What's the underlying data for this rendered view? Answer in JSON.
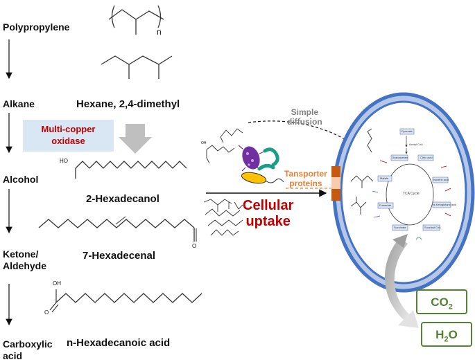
{
  "pathway": {
    "steps": [
      {
        "label": "Polypropylene"
      },
      {
        "label": "Alkane"
      },
      {
        "label": "Alcohol"
      },
      {
        "label": "Ketone/\nAldehyde"
      },
      {
        "label": "Carboxylic\nacid"
      }
    ],
    "compounds": {
      "alkane": "Hexane, 2,4-dimethyl",
      "alcohol": "2-Hexadecanol",
      "aldehyde": "7-Hexadecenal",
      "acid": "n-Hexadecanoic acid"
    },
    "enzyme": "Multi-copper\noxidase",
    "polymer_subscript": "n",
    "alcohol_group": "HO",
    "acid_group": "OH",
    "acid_carbonyl": "O",
    "aldehyde_carbonyl": "O",
    "acid_pool_group": "OH"
  },
  "uptake": {
    "simple_diffusion": "Simple\ndiffusion",
    "transporter": "Tansporter\nproteins",
    "cellular_uptake": "Cellular\nuptake"
  },
  "tca": {
    "title": "TCA Cycle",
    "nodes": [
      "Pyruvate",
      "Acetyl CoA",
      "Oxaloacetate",
      "Citric acid",
      "Isocitric acid",
      "α-Ketoglutaric acid",
      "Succinyl CoA",
      "Succinate",
      "Fumarate",
      "Malate"
    ]
  },
  "products": {
    "co2": "CO",
    "co2_sub": "2",
    "h2o_a": "H",
    "h2o_sub": "2",
    "h2o_b": "O"
  },
  "colors": {
    "cell_ring": "#4472c4",
    "cell_ring_light": "#b4c7e7",
    "cell_fill": "#dbe5f3",
    "enzyme_box": "#d9e6f3",
    "enzyme_text": "#c00000",
    "transporter": "#c55a11",
    "transporter_text": "#ed7d31",
    "diffusion_text": "#7f7f7f",
    "uptake_text": "#c00000",
    "products": "#548235"
  }
}
